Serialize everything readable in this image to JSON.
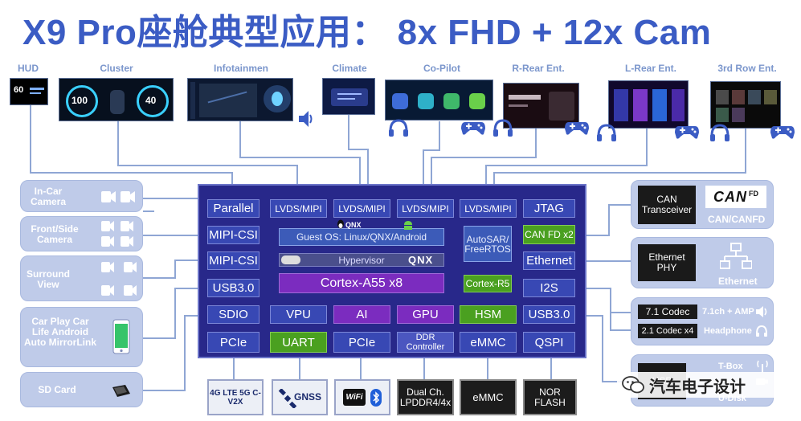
{
  "title": "X9 Pro座舱典型应用： 8x FHD + 12x Cam",
  "screens": [
    {
      "label": "HUD"
    },
    {
      "label": "Cluster"
    },
    {
      "label": "Infotainmen"
    },
    {
      "label": "Climate"
    },
    {
      "label": "Co-Pilot"
    },
    {
      "label": "R-Rear Ent."
    },
    {
      "label": "L-Rear Ent."
    },
    {
      "label": "3rd Row Ent."
    }
  ],
  "screen_text": {
    "hud": "60",
    "cluster_left": "100",
    "cluster_right": "40"
  },
  "left_blocks": [
    {
      "label": "In-Car Camera"
    },
    {
      "label": "Front/Side Camera"
    },
    {
      "label": "Surround View"
    },
    {
      "label": "Car Play Car Life Android Auto MirrorLink"
    },
    {
      "label": "SD Card"
    }
  ],
  "soc": {
    "row1": [
      "Parallel",
      "LVDS/MIPI",
      "LVDS/MIPI",
      "LVDS/MIPI",
      "LVDS/MIPI",
      "JTAG"
    ],
    "row2_left": "MIPI-CSI",
    "row3_left": "MIPI-CSI",
    "row4_left": "USB3.0",
    "guest_os": "Guest OS: Linux/QNX/Android",
    "qnx_badge": "QNX",
    "hypervisor": "Hypervisor",
    "qnx_hyp": "QNX",
    "cortex_a": "Cortex-A55 x8",
    "autosar": "AutoSAR/ FreeRTOS",
    "cortex_r": "Cortex-R5",
    "can_fd": "CAN FD x2",
    "ethernet": "Ethernet",
    "i2s": "I2S",
    "row5": [
      "SDIO",
      "VPU",
      "AI",
      "GPU",
      "HSM",
      "USB3.0"
    ],
    "row6": [
      "PCIe",
      "UART",
      "PCIe",
      "DDR Controller",
      "eMMC",
      "QSPI"
    ]
  },
  "right": {
    "can_transceiver": "CAN Transceiver",
    "can_logo": "CAN",
    "can_logo_fd": "FD",
    "can_label": "CAN/CANFD",
    "eth_phy": "Ethernet PHY",
    "eth_label": "Ethernet",
    "codec1": "7.1 Codec",
    "codec2": "2.1 Codec x4",
    "amp": "7.1ch + AMP",
    "headphone": "Headphone",
    "usb_box": "USB",
    "tbox": "T-Box",
    "udisk": "U-Disk",
    "watermark": "汽车电子设计"
  },
  "bottom": [
    {
      "label": "4G LTE 5G C-V2X"
    },
    {
      "label": "GNSS"
    },
    {
      "label": "WiFi"
    },
    {
      "label": "Dual Ch. LPDDR4/4x"
    },
    {
      "label": "eMMC"
    },
    {
      "label": "NOR FLASH"
    }
  ],
  "colors": {
    "title": "#3b5cc4",
    "soc_bg": "#28288a",
    "block_blue": "#3848b4",
    "block_purple": "#7b2cbf",
    "block_green": "#4aa020",
    "side_bg": "#bfcbe9",
    "wire": "#8fa6d4"
  }
}
